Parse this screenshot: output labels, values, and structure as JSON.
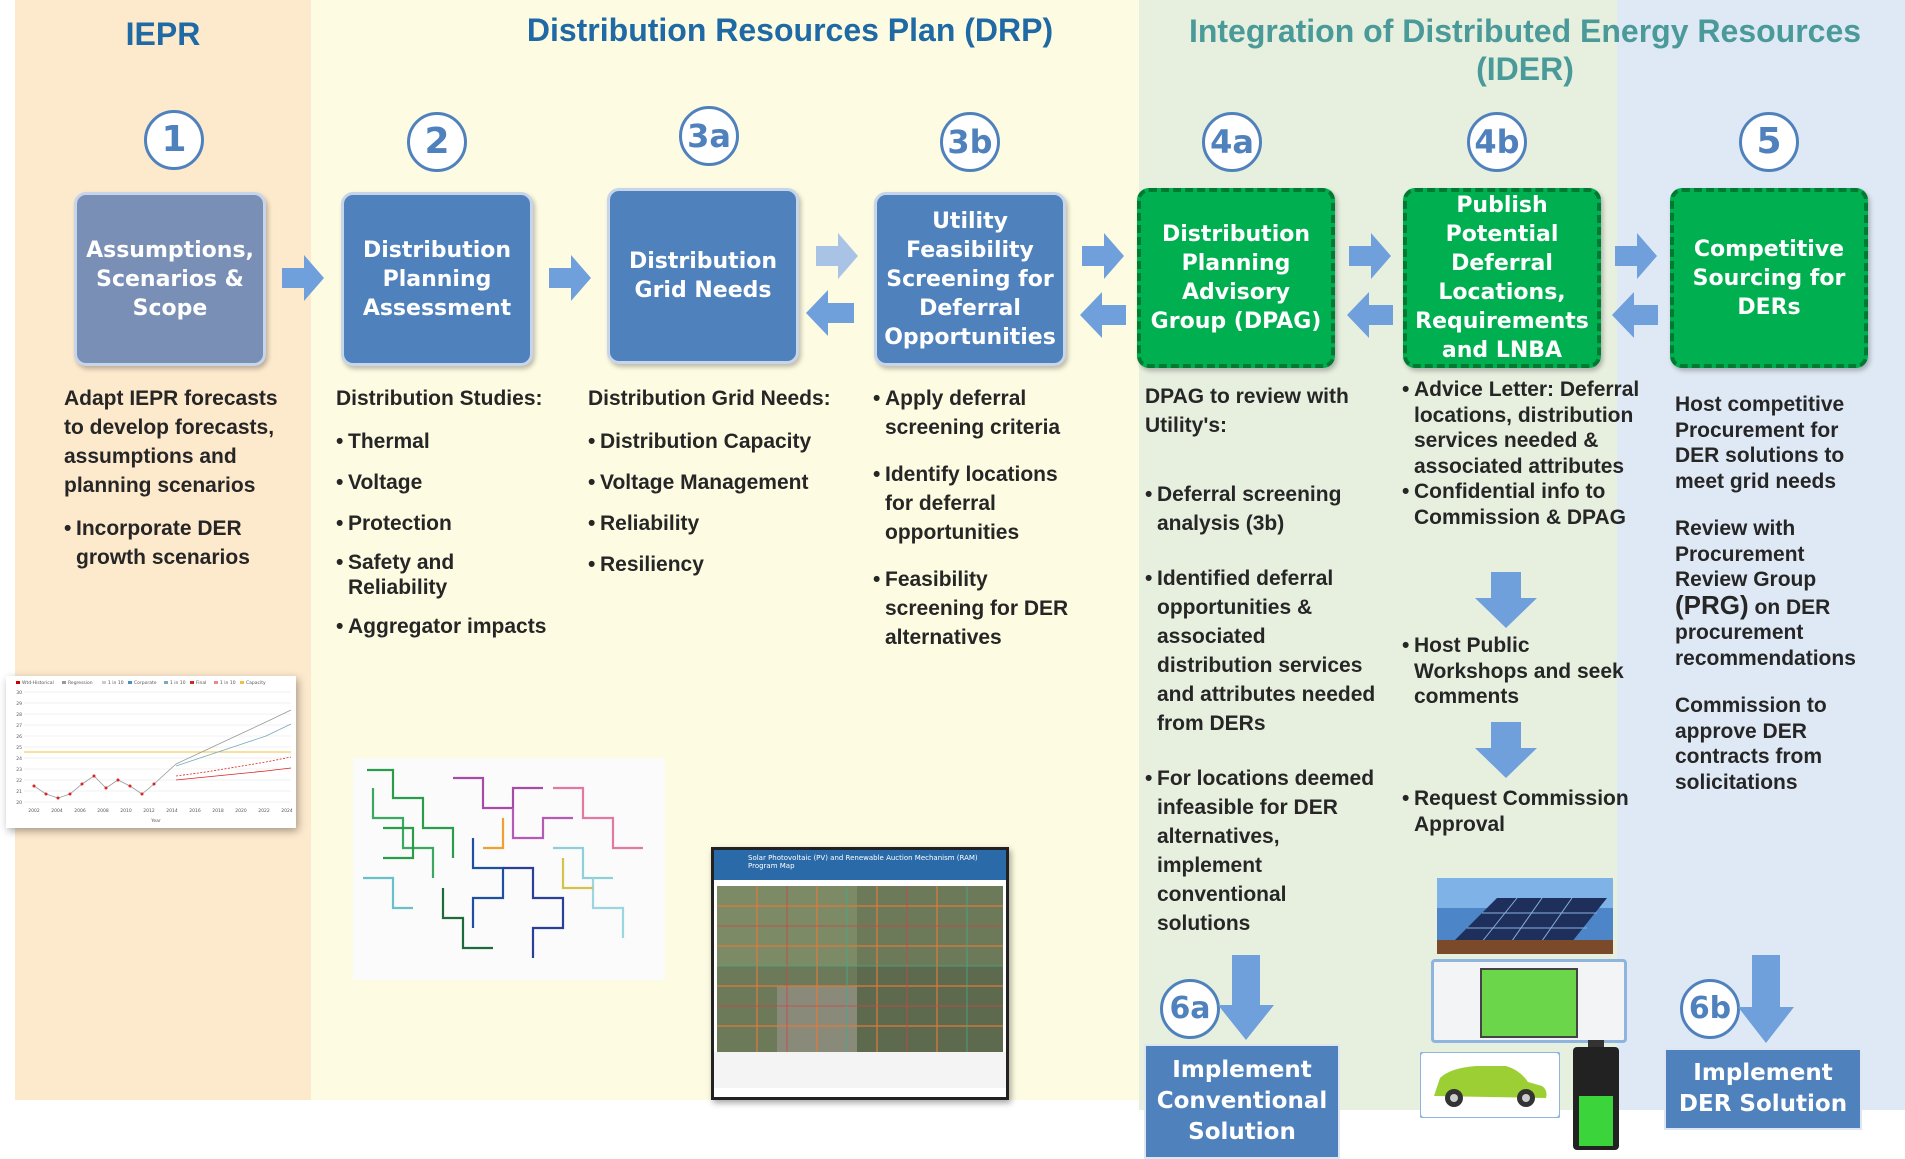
{
  "sections": {
    "iepr": "IEPR",
    "drp": "Distribution Resources Plan (DRP)",
    "ider": "Integration of Distributed Energy Resources (IDER)"
  },
  "steps": [
    {
      "num": "1",
      "label": "Assumptions, Scenarios & Scope"
    },
    {
      "num": "2",
      "label": "Distribution Planning Assessment"
    },
    {
      "num": "3a",
      "label": "Distribution Grid Needs"
    },
    {
      "num": "3b",
      "label": "Utility Feasibility Screening for Deferral Opportunities"
    },
    {
      "num": "4a",
      "label": "Distribution Planning Advisory Group (DPAG)"
    },
    {
      "num": "4b",
      "label": "Publish Potential Deferral Locations, Requirements and LNBA"
    },
    {
      "num": "5",
      "label": "Competitive Sourcing for DERs"
    }
  ],
  "col1": {
    "intro": "Adapt IEPR forecasts to develop forecasts, assumptions and planning scenarios",
    "bullet": "Incorporate DER growth scenarios"
  },
  "col2": {
    "head": "Distribution Studies:",
    "items": [
      "Thermal",
      "Voltage",
      "Protection",
      "Safety and Reliability",
      "Aggregator impacts"
    ]
  },
  "col3": {
    "head": "Distribution Grid Needs:",
    "items": [
      "Distribution Capacity",
      "Voltage Management",
      "Reliability",
      "Resiliency"
    ]
  },
  "col4": {
    "items": [
      "Apply deferral screening criteria",
      "Identify locations for deferral opportunities",
      "Feasibility screening for DER alternatives"
    ]
  },
  "col5": {
    "head": "DPAG to review with Utility's:",
    "items": [
      "Deferral screening analysis (3b)",
      "Identified deferral opportunities & associated distribution services and attributes needed from DERs",
      "For locations deemed infeasible for DER alternatives, implement conventional solutions"
    ]
  },
  "col6": {
    "items": [
      "Advice Letter: Deferral locations, distribution services needed & associated attributes",
      "Confidential info to Commission & DPAG",
      "Host Public Workshops and seek comments",
      "Request Commission Approval"
    ]
  },
  "col7": {
    "p1": "Host competitive Procurement for DER solutions to meet grid needs",
    "p2a": "Review with Procurement Review Group",
    "p2b": "(PRG)",
    "p2c": " on DER procurement recommendations",
    "p3": "Commission to approve DER contracts from solicitations"
  },
  "outcomes": [
    {
      "num": "6a",
      "label": "Implement Conventional Solution"
    },
    {
      "num": "6b",
      "label": "Implement DER Solution"
    }
  ],
  "chart": {
    "legend": [
      "Wtd-Historical",
      "Regression",
      "1 in 10",
      "Corporate",
      "1 in 10",
      "Final",
      "1 in 10",
      "Capacity"
    ],
    "x_ticks": [
      "2002",
      "2004",
      "2006",
      "2008",
      "2010",
      "2012",
      "2014",
      "2016",
      "2018",
      "2020",
      "2022",
      "2024"
    ],
    "y_ticks": [
      "30",
      "29",
      "28",
      "27",
      "26",
      "25",
      "24",
      "23",
      "22",
      "21",
      "20"
    ],
    "xlabel": "Year"
  },
  "map_title": "Solar Photovoltaic (PV) and Renewable Auction Mechanism (RAM) Program Map",
  "colors": {
    "blue": "#4f81bd",
    "green": "#00b050",
    "title_blue": "#1f6aa5",
    "title_teal": "#4a9a9a"
  }
}
